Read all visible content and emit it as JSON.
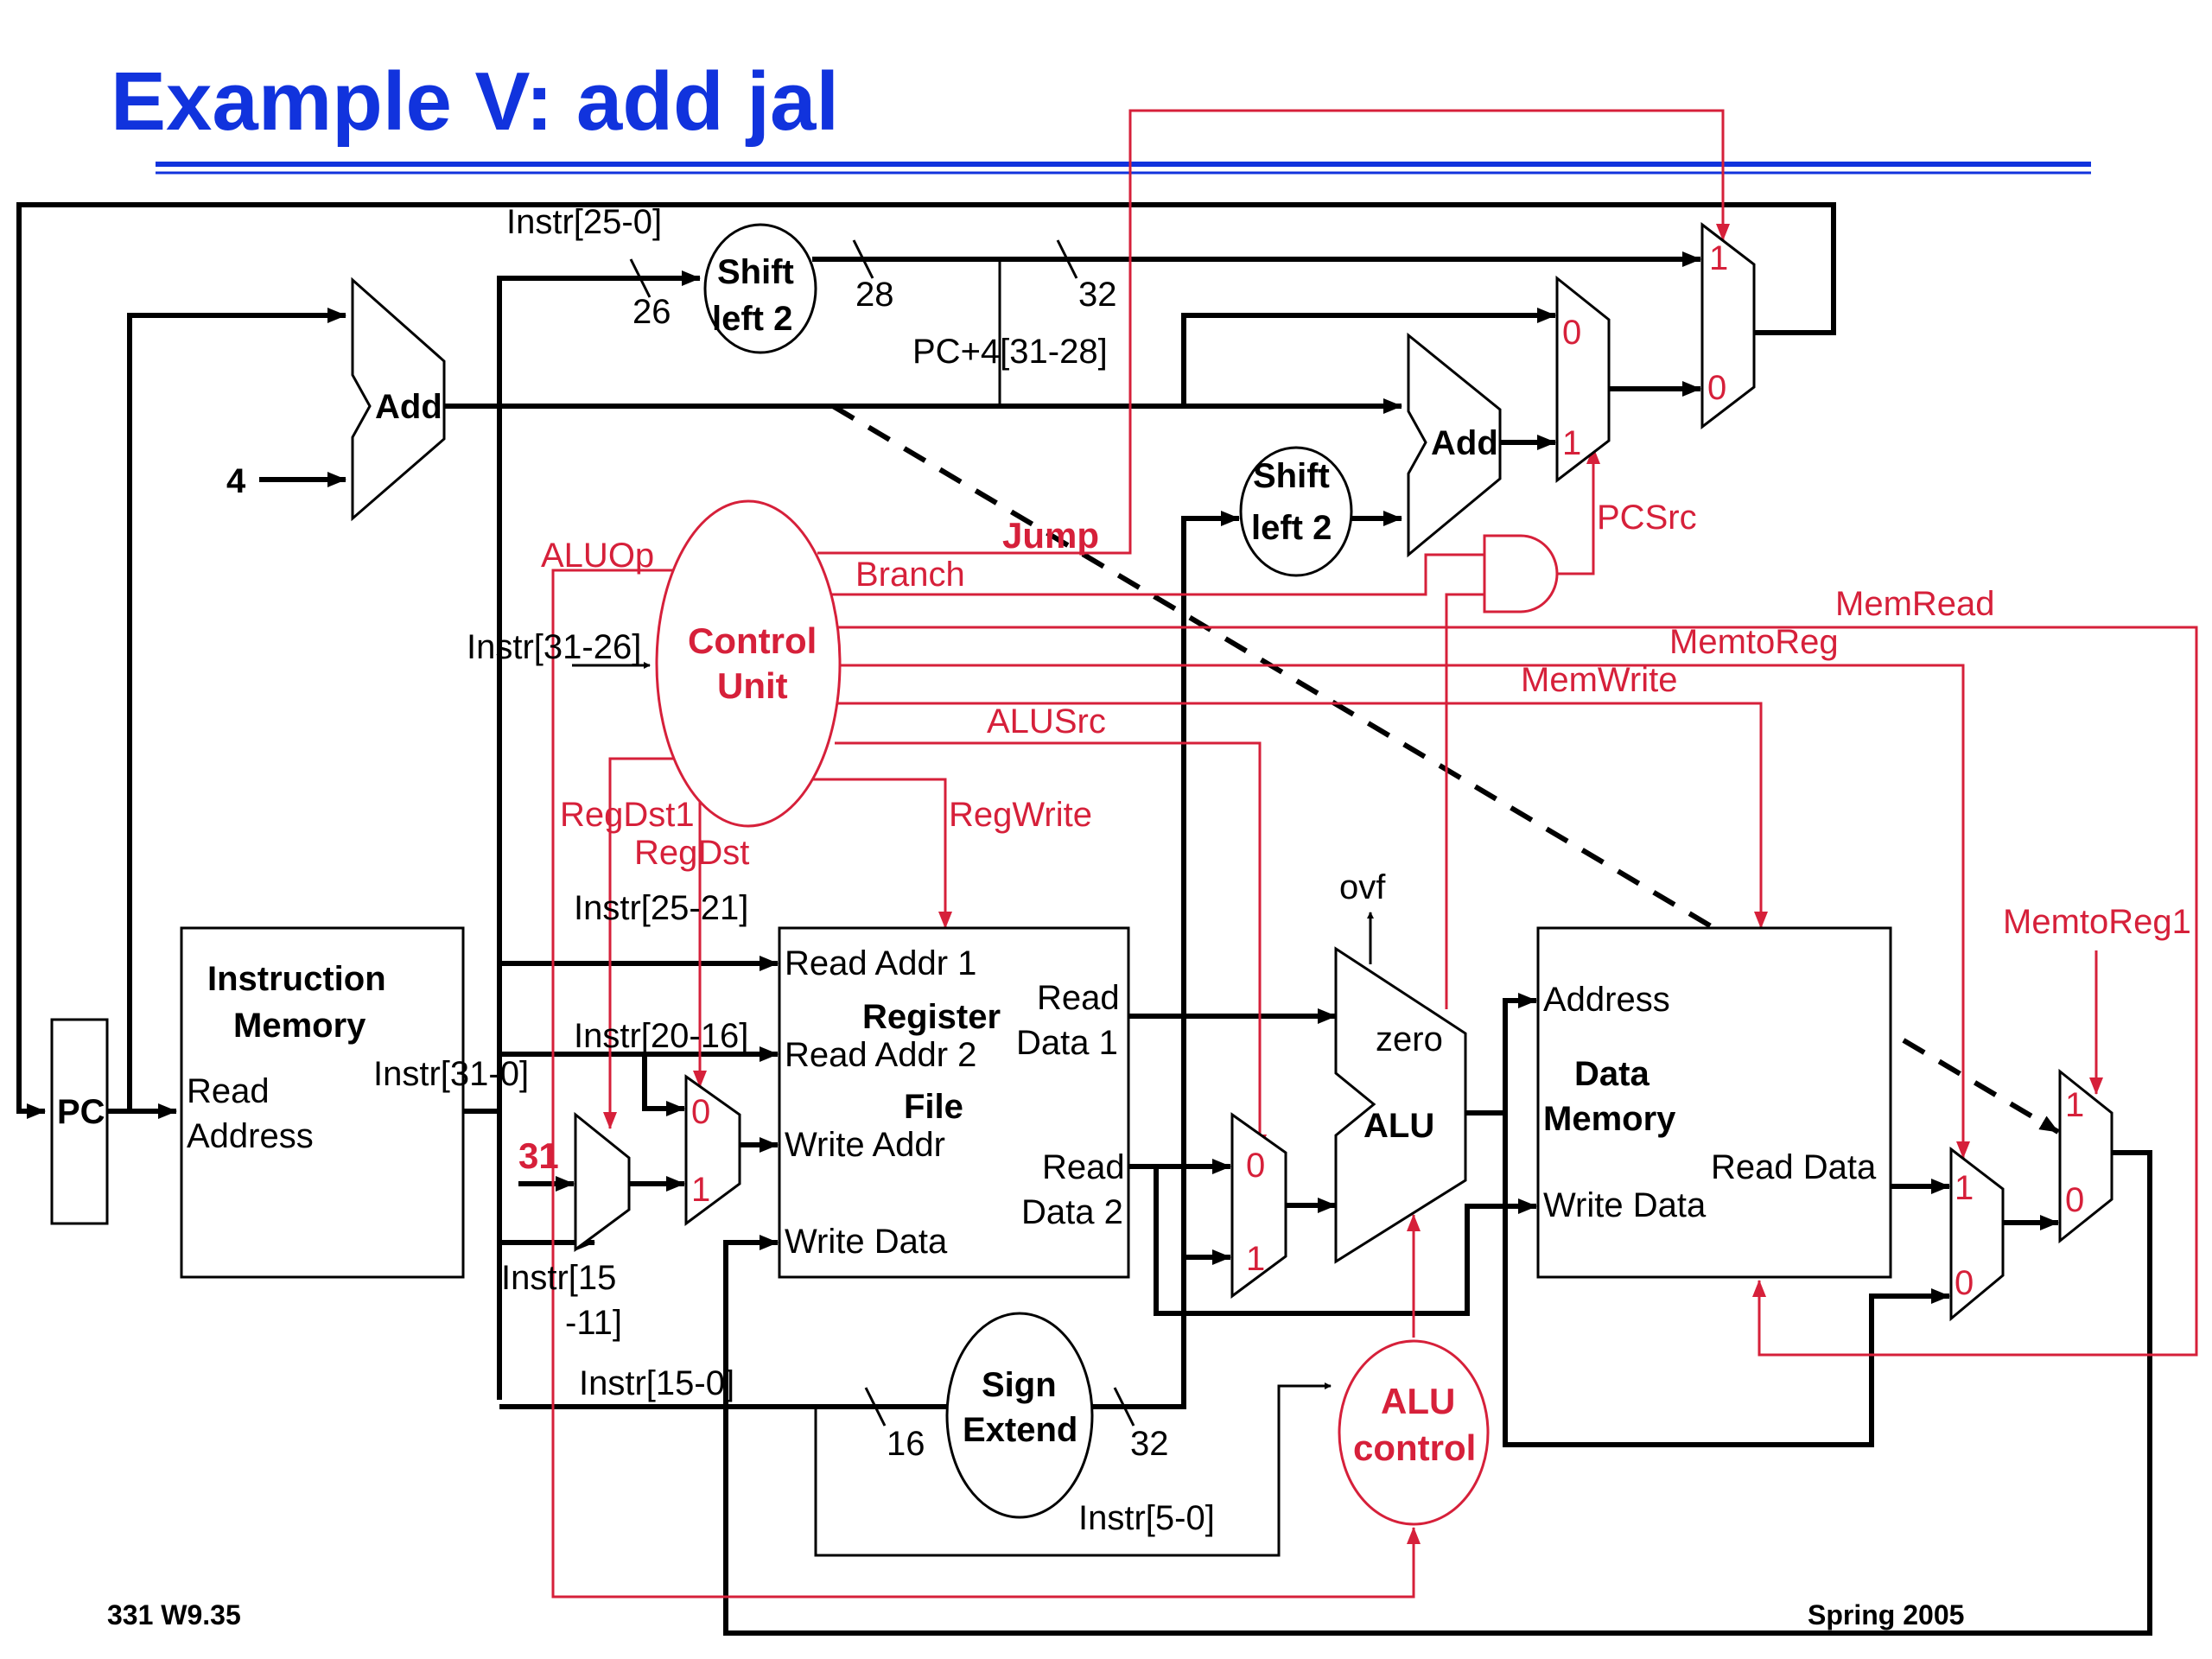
{
  "slide": {
    "title": "Example V: add jal",
    "footer_left": "331  W9.35",
    "footer_right": "Spring 2005"
  },
  "blocks": {
    "pc": "PC",
    "adder_pc": "Add",
    "adder_branch": "Add",
    "const4": "4",
    "shift1_l1": "Shift",
    "shift1_l2": "left 2",
    "shift2_l1": "Shift",
    "shift2_l2": "left 2",
    "control_l1": "Control",
    "control_l2": "Unit",
    "imem_l1": "Instruction",
    "imem_l2": "Memory",
    "imem_read1": "Read",
    "imem_read2": "Address",
    "regfile_l1": "Register",
    "regfile_l2": "File",
    "rf_readaddr1": "Read Addr 1",
    "rf_readaddr2": "Read Addr 2",
    "rf_writeaddr": "Write Addr",
    "rf_writedata": "Write Data",
    "rf_readdata1_a": "Read",
    "rf_readdata1_b": "Data 1",
    "rf_readdata2_a": "Read",
    "rf_readdata2_b": "Data 2",
    "alu": "ALU",
    "zero": "zero",
    "ovf": "ovf",
    "dmem_l1": "Data",
    "dmem_l2": "Memory",
    "dmem_address": "Address",
    "dmem_writedata": "Write Data",
    "dmem_readdata": "Read Data",
    "signext_l1": "Sign",
    "signext_l2": "Extend",
    "aluctl_l1": "ALU",
    "aluctl_l2": "control",
    "const31": "31"
  },
  "bus_labels": {
    "instr_25_0": "Instr[25-0]",
    "w26": "26",
    "w28": "28",
    "w32a": "32",
    "pc4": "PC+4[31-28]",
    "instr_31_26": "Instr[31-26]",
    "instr_31_0": "Instr[31-0]",
    "instr_25_21": "Instr[25-21]",
    "instr_20_16": "Instr[20-16]",
    "instr_15_11_a": "Instr[15",
    "instr_15_11_b": "-11]",
    "instr_15_0": "Instr[15-0]",
    "w16": "16",
    "w32b": "32",
    "instr_5_0": "Instr[5-0]"
  },
  "control_signals": {
    "jump": "Jump",
    "branch": "Branch",
    "aluop": "ALUOp",
    "memread": "MemRead",
    "memtoreg": "MemtoReg",
    "memwrite": "MemWrite",
    "alusrc": "ALUSrc",
    "regwrite": "RegWrite",
    "regdst1": "RegDst1",
    "regdst": "RegDst",
    "pcsrc": "PCSrc",
    "memtoreg1": "MemtoReg1"
  },
  "mux_inputs": {
    "jump_top": "1",
    "jump_bot": "0",
    "pcsrc_top": "0",
    "pcsrc_bot": "1",
    "regdst_top": "0",
    "regdst_bot": "1",
    "alusrc_top": "0",
    "alusrc_bot": "1",
    "memtoreg_top": "1",
    "memtoreg_bot": "0",
    "memtoreg1_top": "1",
    "memtoreg1_bot": "0"
  },
  "colors": {
    "title": "#1133dd",
    "control": "#d6203a",
    "datapath": "#000000"
  }
}
